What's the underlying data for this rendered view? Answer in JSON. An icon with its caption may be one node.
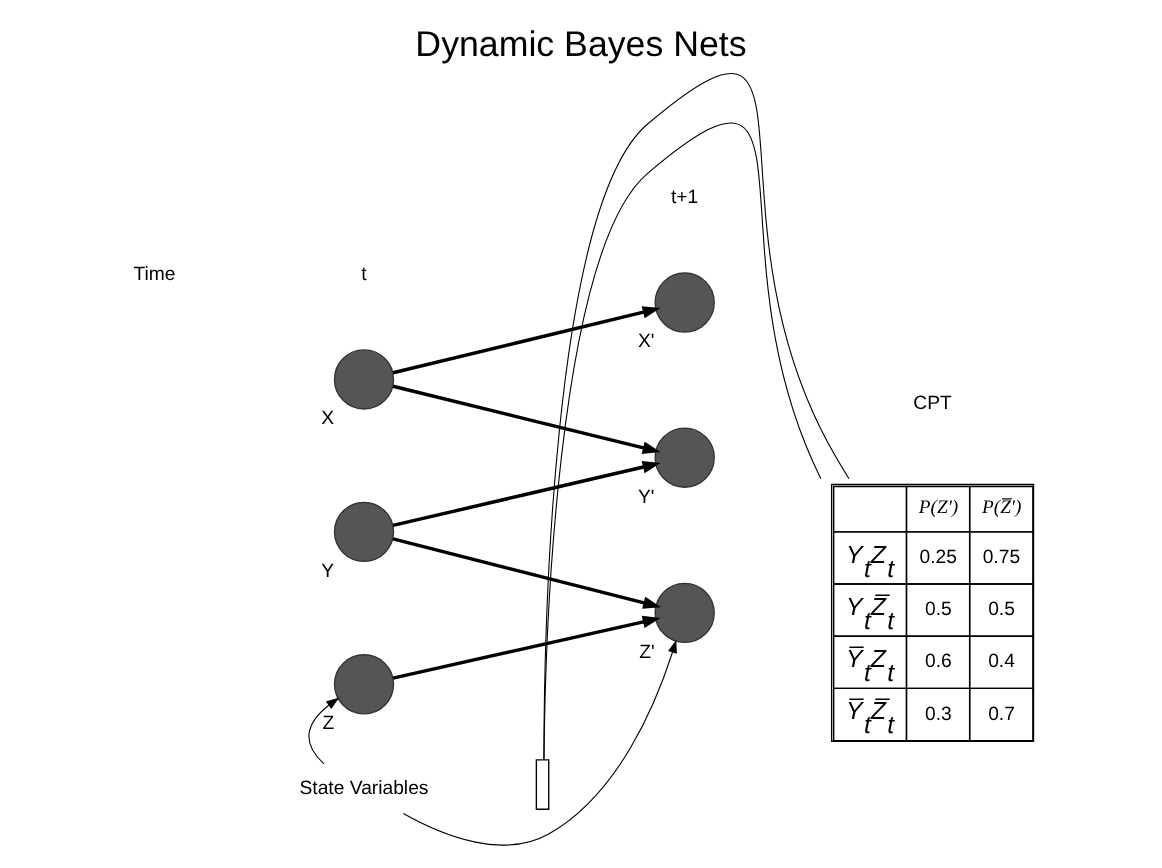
{
  "diagram": {
    "title": "Dynamic Bayes Nets",
    "nodes": [
      {
        "text": [],
        "shape": "circle",
        "beside": [
          "X"
        ]
      },
      {
        "text": [],
        "shape": "circle",
        "beside": [
          "Y"
        ]
      },
      {
        "text": [],
        "shape": "circle",
        "beside": [
          "Z"
        ]
      },
      {
        "text": [],
        "shape": "circle",
        "beside": [
          "X'"
        ]
      },
      {
        "text": [],
        "shape": "circle",
        "beside": [
          "Y'"
        ]
      },
      {
        "text": [],
        "shape": "circle",
        "beside": [
          "Z'"
        ]
      },
      {
        "text": [],
        "shape": "box"
      },
      {
        "text": [
          "P(Z')",
          "P(Z̅')",
          "Y$_{t}$Z$_{t}$",
          "0.25",
          "0.75",
          "Y$_{t}$Z̅$_{t}$",
          "0.5",
          "0.5",
          "Y̅$_{t}$Z$_{t}$",
          "0.6",
          "0.4",
          "Y̅$_{t}$Z̅$_{t}$",
          "0.3",
          "0.7"
        ]
      },
      {
        "text": [
          "State Variables"
        ]
      }
    ],
    "edges": [
      {
        "from": 0,
        "to": 3,
        "arrow": "to"
      },
      {
        "from": 0,
        "to": 4,
        "arrow": "to"
      },
      {
        "from": 1,
        "to": 4,
        "arrow": "to"
      },
      {
        "from": 1,
        "to": 5,
        "arrow": "to"
      },
      {
        "from": 2,
        "to": 5,
        "arrow": "to"
      },
      {
        "from": 6,
        "to": 7,
        "arrow": "none"
      },
      {
        "from": 6,
        "to": 7,
        "arrow": "none"
      },
      {
        "from": 8,
        "to": 2,
        "arrow": "to"
      },
      {
        "from": 8,
        "to": 5,
        "arrow": "to"
      }
    ],
    "labels": [
      "Time",
      "t",
      "t+1",
      "CPT"
    ]
  }
}
